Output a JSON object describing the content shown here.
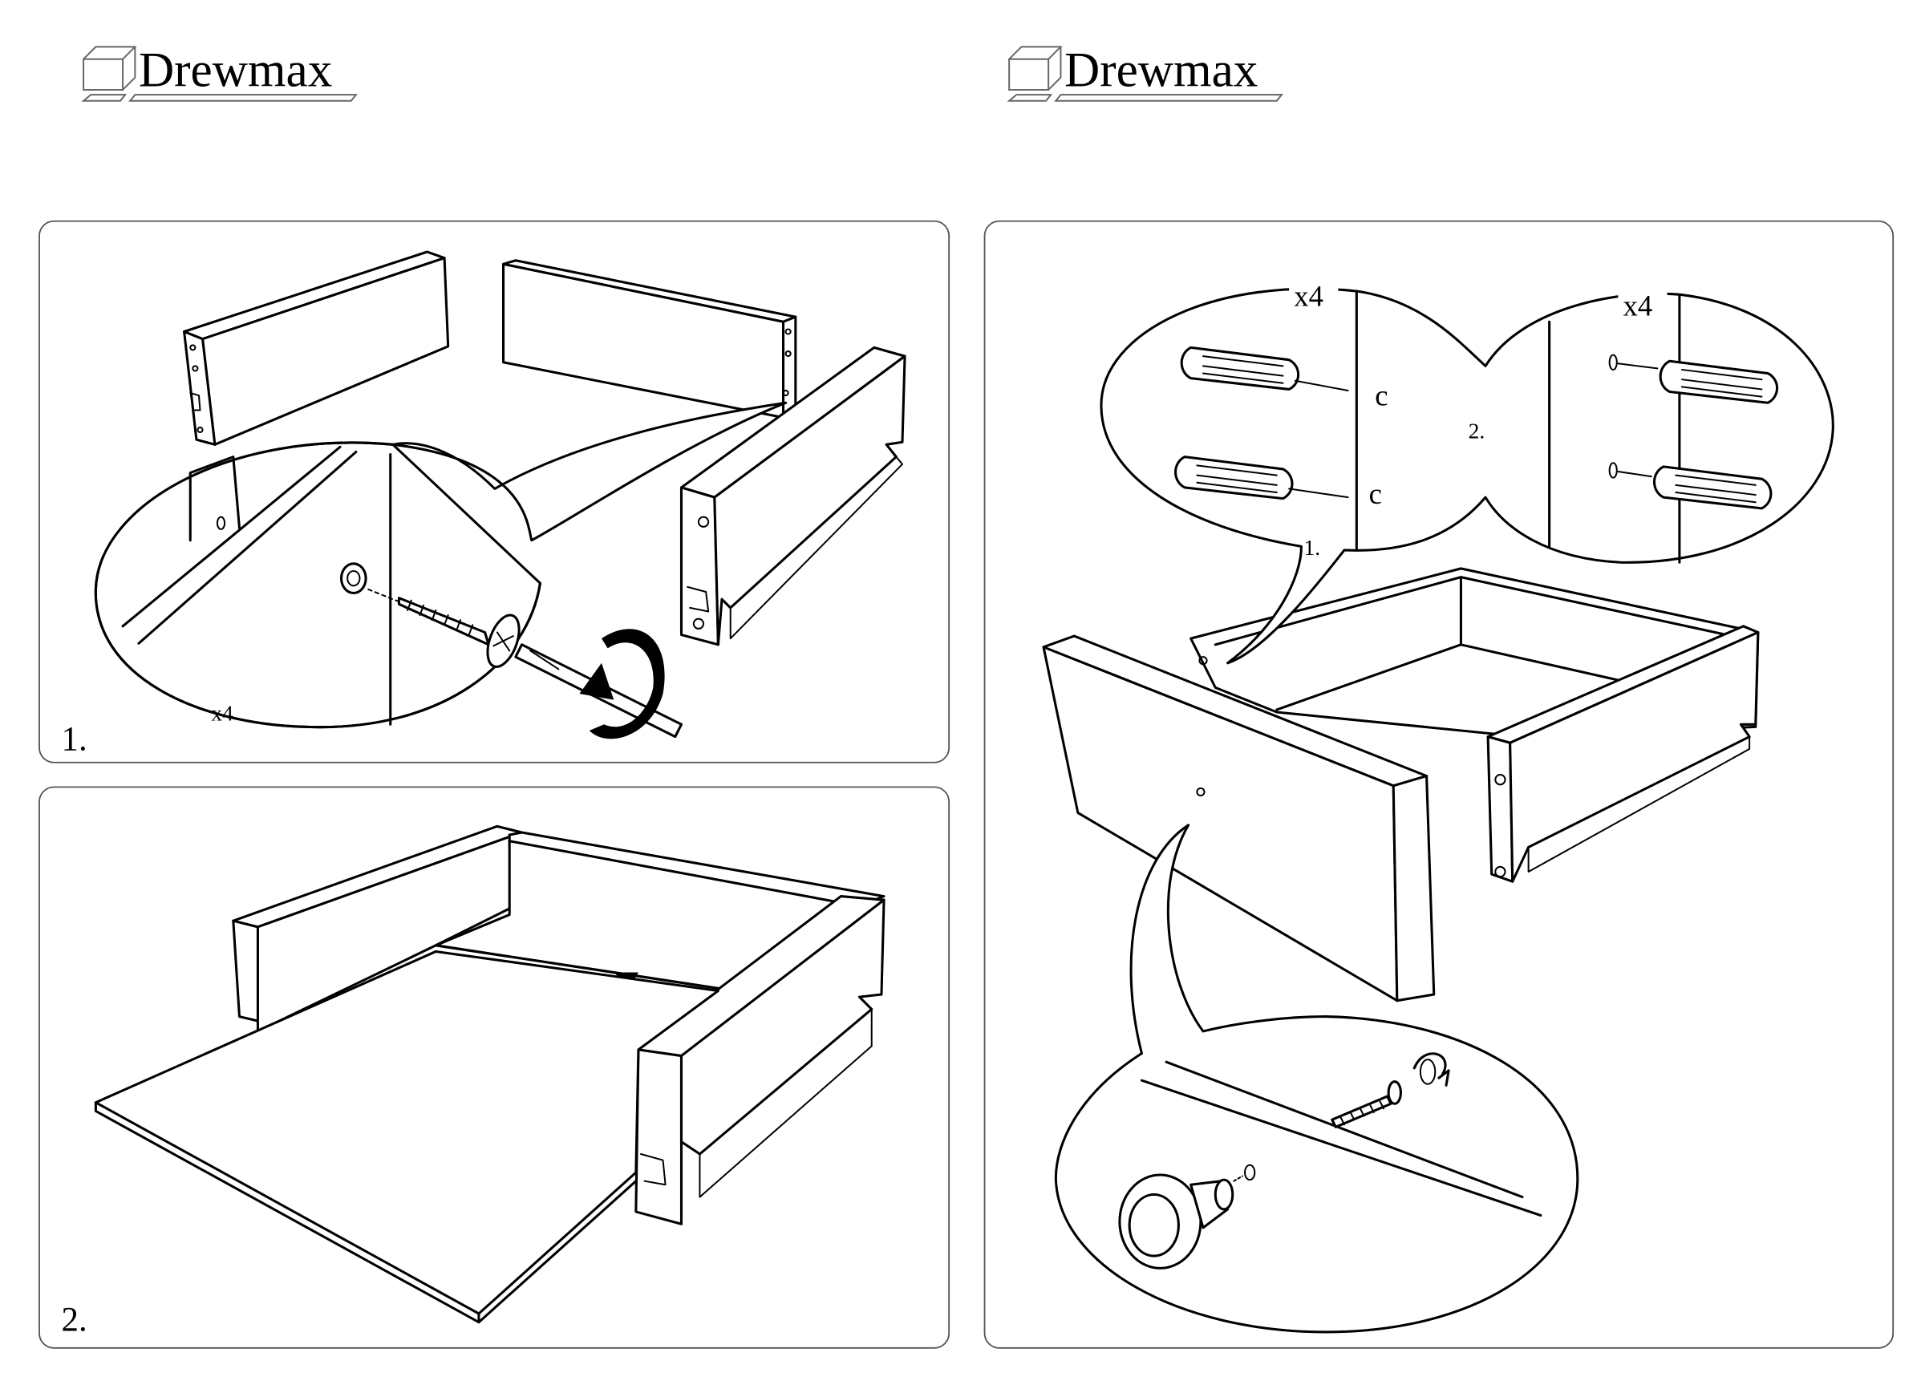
{
  "header": {
    "logos": [
      {
        "brand": "Drewmax"
      },
      {
        "brand": "Drewmax"
      }
    ]
  },
  "panels": {
    "step1": {
      "step_label": "1.",
      "quantity_label": "x4"
    },
    "step2": {
      "step_label": "2."
    },
    "step3": {
      "left_callout_quantity": "x4",
      "right_callout_quantity": "x4",
      "substep_1": "1.",
      "substep_2": "2."
    }
  }
}
